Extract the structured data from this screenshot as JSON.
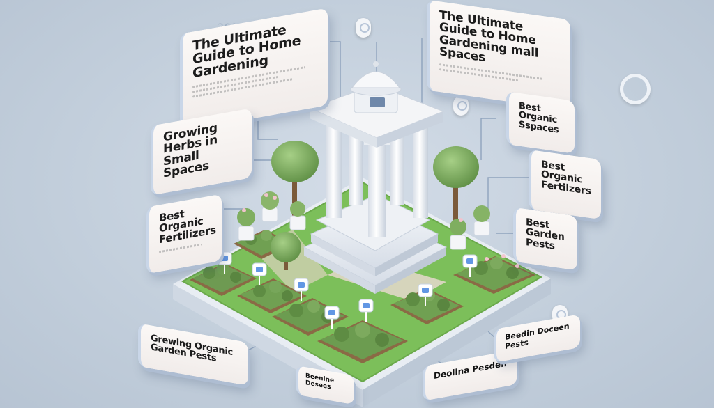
{
  "year": "2019",
  "cards": {
    "guide_left": "The Ultimate Guide to Home Gardening",
    "guide_right": "The Ultimate Guide to Home Gardening mall Spaces",
    "herbs": "Growing Herbs in Small Spaces",
    "fert_left": "Best Organic Fertilizers",
    "organic_right": "Best Organic Sspaces",
    "fert_right": "Best Organic Fertilzers",
    "pests_right": "Best Garden Pests",
    "bottom_left": "Grewing Organic Garden Pests",
    "bottom_mid": "Beenine Desees",
    "bottom_center": "Deolina Pesden",
    "bottom_right": "Beedin Doceen Pests"
  },
  "colors": {
    "background": "#c5d1de",
    "card": "#f6f2f0",
    "lawn": "#7cbf5a",
    "accent": "#3b7ddd"
  }
}
